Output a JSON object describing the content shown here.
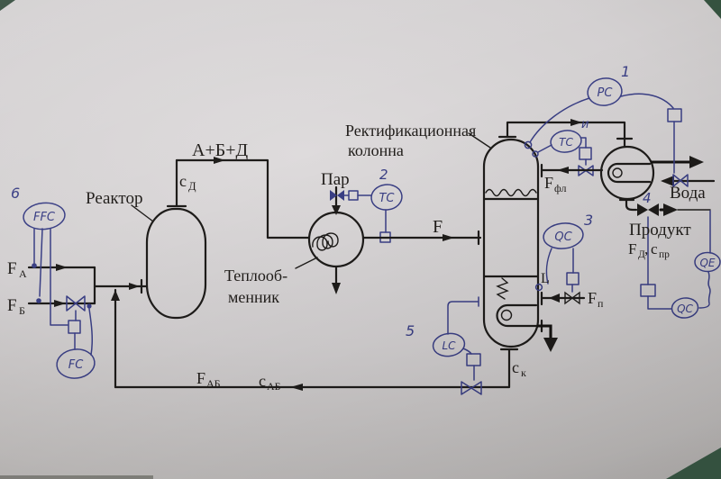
{
  "colors": {
    "printed_ink": "#1e1c1a",
    "pen_blue": "#3a3f85",
    "paper": "#d8d5d6",
    "table_green": "#33503e"
  },
  "equipment_labels": {
    "reactor": "Реактор",
    "heat_exchanger_1": "Теплооб-",
    "heat_exchanger_2": "менник",
    "column_1": "Ректификационная",
    "column_2": "колонна"
  },
  "stream_labels": {
    "feed_a_base": "F",
    "feed_a_sub": "А",
    "feed_b_base": "F",
    "feed_b_sub": "Б",
    "reactor_out": "А+Б+Д",
    "reactor_top_conc_base": "с",
    "reactor_top_conc_sub": "Д",
    "steam": "Пар",
    "column_feed": "F",
    "reflux_base": "F",
    "reflux_sub": "фл",
    "water": "Вода",
    "product_title": "Продукт",
    "product_f_base": "F",
    "product_f_sub": "Д",
    "product_comma": ",",
    "product_c_base": "с",
    "product_c_sub": "пр",
    "reboiler_steam_base": "F",
    "reboiler_steam_sub": "п",
    "level": "L",
    "bottoms_base": "с",
    "bottoms_sub": "к",
    "recycle_f_base": "F",
    "recycle_f_sub": "АБ",
    "recycle_c_base": "с",
    "recycle_c_sub": "АБ"
  },
  "instrument_labels": {
    "ffc": "FFC",
    "fc": "FC",
    "tc_feed": "TC",
    "tc_reflux": "TC",
    "pc": "PC",
    "qc_bottom": "QC",
    "qc_product": "QC",
    "qe": "QE",
    "lc": "LC"
  },
  "loop_numbers": {
    "pc": "1",
    "tc_feed": "2",
    "qc_bottom": "3",
    "product_valve": "4",
    "lc": "5",
    "ffc": "6",
    "tc_reflux": "и"
  }
}
